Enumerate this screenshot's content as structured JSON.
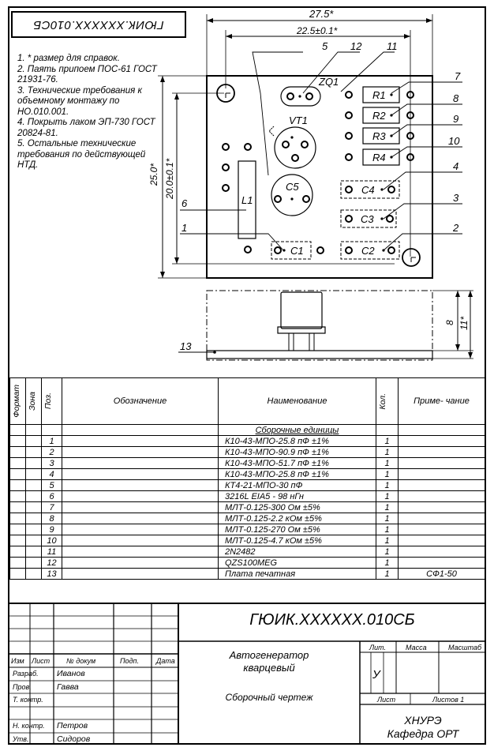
{
  "stamp": "ГЮИК.XXXXXX.010СБ",
  "notes": [
    "1. * размер для справок.",
    "2. Паять припоем ПОС-61 ГОСТ 21931-76.",
    "3. Технические требования к объемному монтажу по НО.010.001.",
    "4. Покрыть лаком ЭП-730 ГОСТ 20824-81.",
    "5. Остальные технические требования по действующей НТД."
  ],
  "drawing": {
    "dims": {
      "width_total": "27.5*",
      "width_holes": "22.5±0.1*",
      "height_total": "25.0*",
      "height_holes": "20.0±0.1*",
      "side_h1": "8",
      "side_h2": "11*"
    },
    "callouts": [
      "5",
      "12",
      "11",
      "7",
      "8",
      "9",
      "10",
      "4",
      "3",
      "2",
      "6",
      "1",
      "13"
    ],
    "refs": {
      "zq1": "ZQ1",
      "vt1": "VT1",
      "c5": "C5",
      "l1": "L1",
      "c1": "C1",
      "c2": "C2",
      "c3": "C3",
      "c4": "C4",
      "r1": "R1",
      "r2": "R2",
      "r3": "R3",
      "r4": "R4"
    }
  },
  "spec": {
    "headers": {
      "format": "Формат",
      "zone": "Зона",
      "pos": "Поз.",
      "designation": "Обозначение",
      "name": "Наименование",
      "qty": "Кол.",
      "note": "Приме- чание"
    },
    "section": "Сборочные единицы",
    "rows": [
      {
        "pos": "1",
        "name": "К10-43-МПО-25.8 пФ ±1%",
        "qty": "1",
        "note": ""
      },
      {
        "pos": "2",
        "name": "К10-43-МПО-90.9 пФ ±1%",
        "qty": "1",
        "note": ""
      },
      {
        "pos": "3",
        "name": "К10-43-МПО-51.7 пФ ±1%",
        "qty": "1",
        "note": ""
      },
      {
        "pos": "4",
        "name": "К10-43-МПО-25.8 пФ ±1%",
        "qty": "1",
        "note": ""
      },
      {
        "pos": "5",
        "name": "КТ4-21-МПО-30 пФ",
        "qty": "1",
        "note": ""
      },
      {
        "pos": "6",
        "name": "3216L EIA5 - 98 нГн",
        "qty": "1",
        "note": ""
      },
      {
        "pos": "7",
        "name": "МЛТ-0.125-300 Ом ±5%",
        "qty": "1",
        "note": ""
      },
      {
        "pos": "8",
        "name": "МЛТ-0.125-2.2 кОм ±5%",
        "qty": "1",
        "note": ""
      },
      {
        "pos": "9",
        "name": "МЛТ-0.125-270 Ом ±5%",
        "qty": "1",
        "note": ""
      },
      {
        "pos": "10",
        "name": "МЛТ-0.125-4.7 кОм ±5%",
        "qty": "1",
        "note": ""
      },
      {
        "pos": "11",
        "name": "2N2482",
        "qty": "1",
        "note": ""
      },
      {
        "pos": "12",
        "name": "QZS100MEG",
        "qty": "1",
        "note": ""
      },
      {
        "pos": "13",
        "name": "Плата печатная",
        "qty": "1",
        "note": "СФ1-50"
      }
    ]
  },
  "title_block": {
    "code": "ГЮИК.XXXXXX.010СБ",
    "product_line1": "Автогенератор",
    "product_line2": "кварцевый",
    "doc_type": "Сборочный чертеж",
    "org_line1": "ХНУРЭ",
    "org_line2": "Кафедра ОРТ",
    "letter": "У",
    "hdr": {
      "izm": "Изм",
      "list": "Лист",
      "doc": "№ докум",
      "sign": "Подп.",
      "date": "Дата",
      "lit": "Лит.",
      "mass": "Масса",
      "scale": "Масштаб",
      "sheet": "Лист",
      "sheets": "Листов 1"
    },
    "roles": [
      {
        "role": "Разраб.",
        "name": "Иванов"
      },
      {
        "role": "Пров.",
        "name": "Гавва"
      },
      {
        "role": "Т. контр.",
        "name": ""
      },
      {
        "role": "",
        "name": ""
      },
      {
        "role": "Н. контр.",
        "name": "Петров"
      },
      {
        "role": "Утв.",
        "name": "Сидоров"
      }
    ]
  }
}
